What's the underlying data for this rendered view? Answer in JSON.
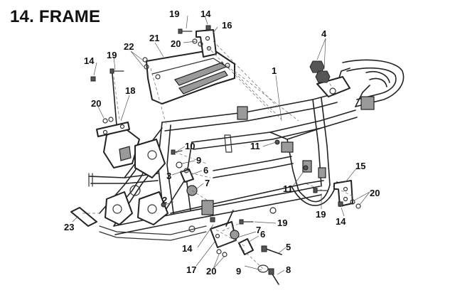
{
  "title": "14. FRAME",
  "labels": {
    "l1": "1",
    "l2": "2",
    "l3": "3",
    "l4": "4",
    "l5": "5",
    "l6a": "6",
    "l6b": "6",
    "l7a": "7",
    "l7b": "7",
    "l8": "8",
    "l9a": "9",
    "l9b": "9",
    "l10": "10",
    "l11a": "11",
    "l11b": "11",
    "l14a": "14",
    "l14b": "14",
    "l14c": "14",
    "l14d": "14",
    "l15": "15",
    "l16": "16",
    "l17": "17",
    "l18": "18",
    "l19a": "19",
    "l19b": "19",
    "l19c": "19",
    "l19d": "19",
    "l20a": "20",
    "l20b": "20",
    "l20c": "20",
    "l20d": "20",
    "l21": "21",
    "l22": "22",
    "l23": "23"
  }
}
